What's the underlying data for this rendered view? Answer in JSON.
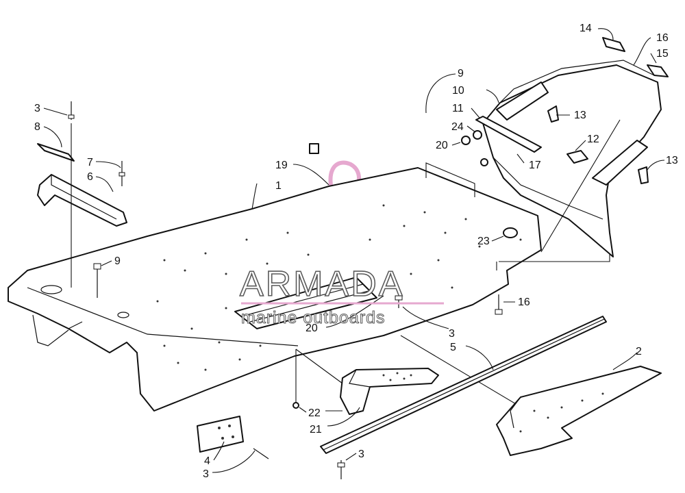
{
  "watermark": {
    "brand": "ARMADA",
    "tagline": "marine outboards",
    "color": "#e6a8cf"
  },
  "callouts": [
    {
      "id": "1",
      "text": "1"
    },
    {
      "id": "2",
      "text": "2"
    },
    {
      "id": "3a",
      "text": "3"
    },
    {
      "id": "3b",
      "text": "3"
    },
    {
      "id": "3c",
      "text": "3"
    },
    {
      "id": "3d",
      "text": "3"
    },
    {
      "id": "4",
      "text": "4"
    },
    {
      "id": "5",
      "text": "5"
    },
    {
      "id": "6",
      "text": "6"
    },
    {
      "id": "7",
      "text": "7"
    },
    {
      "id": "8",
      "text": "8"
    },
    {
      "id": "9a",
      "text": "9"
    },
    {
      "id": "9b",
      "text": "9"
    },
    {
      "id": "10",
      "text": "10"
    },
    {
      "id": "11",
      "text": "11"
    },
    {
      "id": "12",
      "text": "12"
    },
    {
      "id": "13a",
      "text": "13"
    },
    {
      "id": "13b",
      "text": "13"
    },
    {
      "id": "14",
      "text": "14"
    },
    {
      "id": "15",
      "text": "15"
    },
    {
      "id": "16a",
      "text": "16"
    },
    {
      "id": "16b",
      "text": "16"
    },
    {
      "id": "17",
      "text": "17"
    },
    {
      "id": "19",
      "text": "19"
    },
    {
      "id": "20a",
      "text": "20"
    },
    {
      "id": "20b",
      "text": "20"
    },
    {
      "id": "21",
      "text": "21"
    },
    {
      "id": "22",
      "text": "22"
    },
    {
      "id": "23",
      "text": "23"
    },
    {
      "id": "24",
      "text": "24"
    }
  ]
}
